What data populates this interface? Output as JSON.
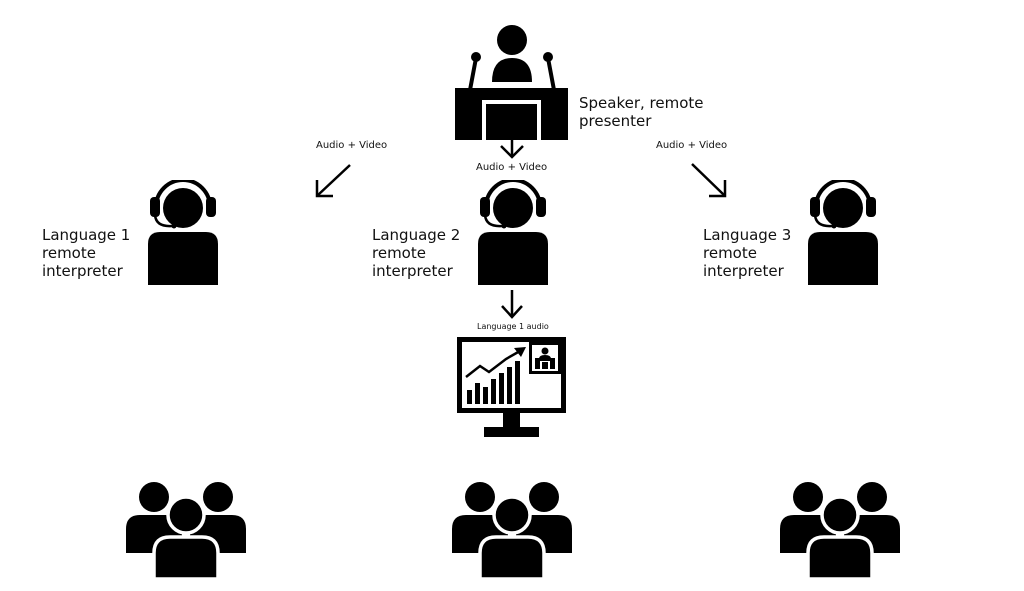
{
  "speaker": {
    "icon": "speaker-at-podium-icon",
    "label_line1": "Speaker, remote",
    "label_line2": "presenter"
  },
  "flows": {
    "left": "Audio + Video",
    "center": "Audio + Video",
    "right": "Audio + Video"
  },
  "interpreters": [
    {
      "icon": "interpreter-headset-icon",
      "line1": "Language 1",
      "line2": "remote",
      "line3": "interpreter"
    },
    {
      "icon": "interpreter-headset-icon",
      "line1": "Language 2",
      "line2": "remote",
      "line3": "interpreter"
    },
    {
      "icon": "interpreter-headset-icon",
      "line1": "Language 3",
      "line2": "remote",
      "line3": "interpreter"
    }
  ],
  "output_flow": {
    "label": "Language 1 audio"
  },
  "monitor": {
    "icon": "presentation-monitor-icon"
  },
  "audiences": [
    {
      "icon": "audience-group-icon"
    },
    {
      "icon": "audience-group-icon"
    },
    {
      "icon": "audience-group-icon"
    }
  ],
  "colors": {
    "icon": "#000000",
    "background": "#ffffff"
  }
}
